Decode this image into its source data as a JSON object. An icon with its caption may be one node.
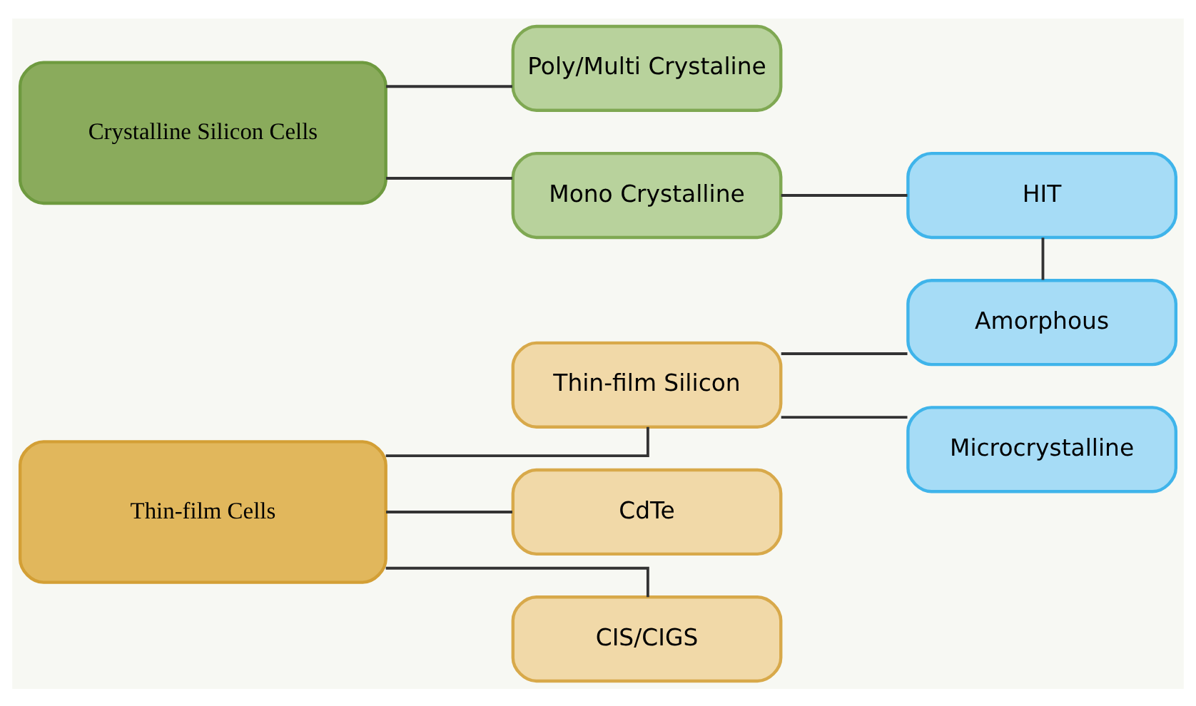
{
  "diagram": {
    "nodes": [
      {
        "text": [
          "Crystalline Silicon Cells"
        ]
      },
      {
        "text": [
          "Poly/Multi Crystaline"
        ]
      },
      {
        "text": [
          "Mono Crystalline"
        ]
      },
      {
        "text": [
          "HIT"
        ]
      },
      {
        "text": [
          "Amorphous"
        ]
      },
      {
        "text": [
          "Thin-film Cells"
        ]
      },
      {
        "text": [
          "Thin-film Silicon"
        ]
      },
      {
        "text": [
          "Microcrystalline"
        ]
      },
      {
        "text": [
          "CdTe"
        ]
      },
      {
        "text": [
          "CIS/CIGS"
        ]
      }
    ],
    "edges": [
      {
        "from": 0,
        "to": 1,
        "arrow": "none"
      },
      {
        "from": 0,
        "to": 2,
        "arrow": "none"
      },
      {
        "from": 2,
        "to": 3,
        "arrow": "none"
      },
      {
        "from": 3,
        "to": 4,
        "arrow": "none"
      },
      {
        "from": 5,
        "to": 6,
        "arrow": "none"
      },
      {
        "from": 5,
        "to": 8,
        "arrow": "none"
      },
      {
        "from": 5,
        "to": 9,
        "arrow": "none"
      },
      {
        "from": 6,
        "to": 4,
        "arrow": "none"
      },
      {
        "from": 6,
        "to": 7,
        "arrow": "none"
      }
    ]
  }
}
